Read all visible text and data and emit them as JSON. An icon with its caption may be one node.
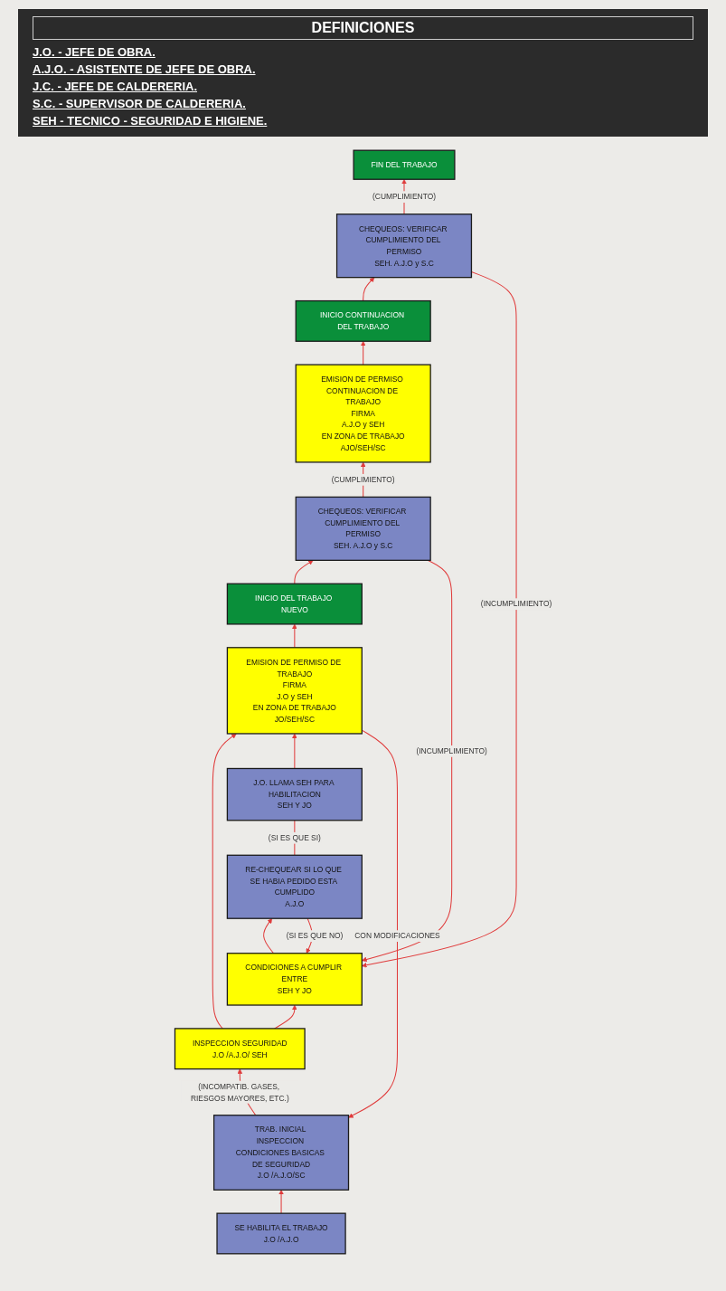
{
  "diagram": {
    "nodes": [
      {
        "text": [
          "SE HABILITA EL TRABAJO",
          "J.O /A.J.O"
        ]
      },
      {
        "text": [
          "TRAB. INICIAL INSPECCION CONDICIONES BASICAS DE SEGURIDAD",
          "J.O /A.J.O/SC"
        ]
      },
      {
        "text": [
          "INSPECCION SEGURIDAD",
          "J.O /A.J.O/ SEH"
        ]
      },
      {
        "text": [
          "CONDICIONES A CUMPLIR ENTRE",
          "SEH Y JO"
        ]
      },
      {
        "text": [
          "RE-CHEQUEAR SI LO QUE SE HABIA PEDIDO ESTA CUMPLIDO",
          "A.J.O"
        ]
      },
      {
        "text": [
          "J.O. LLAMA SEH PARA HABILITACION",
          "SEH Y JO"
        ]
      },
      {
        "text": [
          "EMISION DE PERMISO DE TRABAJO",
          "FIRMA",
          "J.O y SEH",
          "EN ZONA DE TRABAJO",
          "JO/SEH/SC"
        ]
      },
      {
        "text": [
          "INICIO DEL TRABAJO NUEVO"
        ]
      },
      {
        "text": [
          "CHEQUEOS: VERIFICAR CUMPLIMIENTO DEL PERMISO",
          "SEH. A.J.O y S.C"
        ]
      },
      {
        "text": [
          "EMISION DE PERMISO CONTINUACION DE TRABAJO",
          "FIRMA",
          "A.J.O y SEH",
          "EN ZONA DE TRABAJO",
          "AJO/SEH/SC"
        ]
      },
      {
        "text": [
          "INICIO CONTINUACION DEL TRABAJO"
        ]
      },
      {
        "text": [
          "CHEQUEOS: VERIFICAR CUMPLIMIENTO DEL PERMISO",
          "SEH. A.J.O y S.C"
        ]
      },
      {
        "text": [
          "FIN DEL TRABAJO"
        ]
      }
    ],
    "edges": [
      {
        "from": 0,
        "to": 1,
        "arrow": "to"
      },
      {
        "from": 1,
        "to": 2,
        "arrow": "to",
        "label": "(INCOMPATIB. GASES, RIESGOS MAYORES, ETC.)"
      },
      {
        "from": 2,
        "to": 3,
        "arrow": "to"
      },
      {
        "from": 2,
        "to": 6,
        "arrow": "to"
      },
      {
        "from": 6,
        "to": 1,
        "arrow": "to",
        "label": "CON MODIFICACIONES"
      },
      {
        "from": 3,
        "to": 4,
        "arrow": "to"
      },
      {
        "from": 4,
        "to": 5,
        "arrow": "none",
        "label": "(SI ES QUE SI)"
      },
      {
        "from": 4,
        "to": 3,
        "arrow": "to",
        "label": "(SI ES QUE NO)"
      },
      {
        "from": 5,
        "to": 6,
        "arrow": "to"
      },
      {
        "from": 6,
        "to": 7,
        "arrow": "to"
      },
      {
        "from": 7,
        "to": 8,
        "arrow": "to"
      },
      {
        "from": 8,
        "to": 9,
        "arrow": "to",
        "label": "(CUMPLIMIENTO)"
      },
      {
        "from": 8,
        "to": 3,
        "arrow": "to",
        "label": "(INCUMPLIMIENTO)"
      },
      {
        "from": 9,
        "to": 10,
        "arrow": "to"
      },
      {
        "from": 10,
        "to": 11,
        "arrow": "to"
      },
      {
        "from": 11,
        "to": 12,
        "arrow": "to",
        "label": "(CUMPLIMIENTO)"
      },
      {
        "from": 11,
        "to": 3,
        "arrow": "to",
        "label": "(INCUMPLIMIENTO)"
      }
    ],
    "labels": [
      "DEFINICIONES",
      "J.O. - JEFE DE OBRA.",
      "A.J.O. - ASISTENTE DE JEFE DE OBRA.",
      "J.C. - JEFE DE CALDERERIA.",
      "S.C. - SUPERVISOR DE CALDERERIA.",
      "SEH - TECNICO - SEGURIDAD E HIGIENE."
    ]
  }
}
